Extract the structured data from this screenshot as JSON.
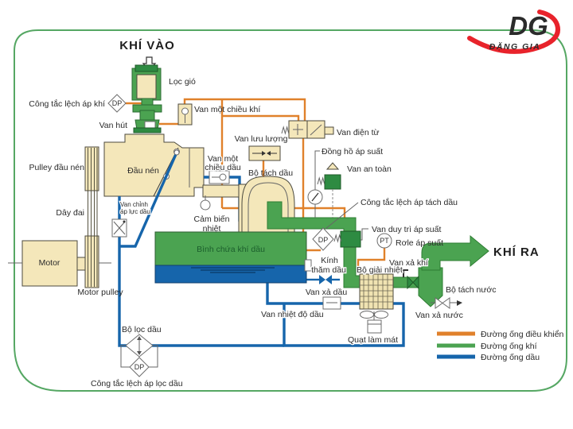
{
  "titles": {
    "air_in": "KHÍ VÀO",
    "air_out": "KHÍ RA"
  },
  "logo": {
    "monogram": "DG",
    "name": "ĐẶNG GIA"
  },
  "badges": {
    "dp": "DP",
    "pt": "PT"
  },
  "colors": {
    "control": "#E0812B",
    "air": "#4BA351",
    "air_dark": "#2E8B42",
    "oil": "#1665AB",
    "frame": "#55A763",
    "brand": "#E8232B"
  },
  "labels": {
    "loc_gio": "Lọc gió",
    "cong_tac_lech_ap_khi": "Công tắc lệch áp khí",
    "van_hut": "Van hút",
    "van_mot_chieu_khi": "Van một chiều khí",
    "van_luu_luong": "Van lưu lượng",
    "van_dien_tu": "Van điện từ",
    "dong_ho_ap_suat": "Đồng hồ áp suất",
    "van_an_toan": "Van an toàn",
    "pulley_dau_nen": "Pulley đầu nén",
    "dau_nen": "Đầu nén",
    "van_mot_chieu_dau_1": "Van một",
    "van_mot_chieu_dau_2": "chiều dầu",
    "bo_tach_dau": "Bộ tách dầu",
    "cong_tac_lech_ap_tach_dau": "Công tắc lệch áp tách dầu",
    "day_dai": "Dây đai",
    "van_chinh_ap_luc_dau_1": "Van chỉnh",
    "van_chinh_ap_luc_dau_2": "áp lực dầu",
    "cam_bien_nhiet_1": "Cảm biến",
    "cam_bien_nhiet_2": "nhiệt",
    "van_duy_tri_ap_suat": "Van duy trì áp suất",
    "role_ap_suat": "Rơle áp suất",
    "motor": "Motor",
    "binh_chua_khi_dau": "Bình chứa khí dầu",
    "kinh_tham_dau_1": "Kính",
    "kinh_tham_dau_2": "thăm dầu",
    "van_xa_dau": "Van xả dầu",
    "van_xa_khi": "Van xả khí",
    "bo_giai_nhiet": "Bộ giải nhiệt",
    "bo_tach_nuoc": "Bộ tách nước",
    "motor_pulley": "Motor pulley",
    "van_nhiet_do_dau": "Van nhiệt độ dầu",
    "van_xa_nuoc": "Van xả nước",
    "bo_loc_dau": "Bộ lọc dầu",
    "quat_lam_mat": "Quạt làm mát",
    "cong_tac_lech_ap_loc_dau": "Công tắc lệch áp lọc dầu"
  },
  "legend": {
    "items": [
      {
        "label": "Đường ống điều khiển",
        "color": "#E0812B"
      },
      {
        "label": "Đường ống khí",
        "color": "#4BA351"
      },
      {
        "label": "Đường ống dầu",
        "color": "#1665AB"
      }
    ]
  }
}
